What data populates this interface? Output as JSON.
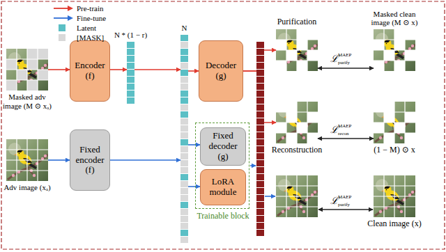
{
  "diagram": {
    "nodes": [
      {
        "text": [
          "Masked adv image (M ⊙ xₐ)"
        ]
      },
      {
        "text": [
          "Encoder (f)"
        ]
      },
      {
        "text": [
          "N * (1 − r)"
        ]
      },
      {
        "text": [
          "N"
        ]
      },
      {
        "text": [
          "Decoder (g)"
        ]
      },
      {
        "text": [
          "Adv image (xₐ)"
        ]
      },
      {
        "text": [
          "Fixed encoder (f)"
        ]
      },
      {
        "text": [
          "Trainable block"
        ]
      },
      {
        "text": [
          "Fixed decoder (g)"
        ],
        "in": 7
      },
      {
        "text": [
          "LoRA module"
        ],
        "in": 7
      },
      {
        "text": [
          "Purification"
        ]
      },
      {
        "text": [
          "Reconstruction"
        ]
      },
      {
        "text": [
          "Masked clean image (M ⊙ x)"
        ]
      },
      {
        "text": [
          "(1 − M) ⊙ x"
        ]
      },
      {
        "text": [
          "Clean image (x)"
        ]
      }
    ],
    "edges": [
      {
        "from": 0,
        "to": 1,
        "arrow": "to"
      },
      {
        "from": 1,
        "to": 2,
        "arrow": "to"
      },
      {
        "from": 2,
        "to": 3,
        "arrow": "to"
      },
      {
        "from": 3,
        "to": 4,
        "arrow": "to"
      },
      {
        "from": 5,
        "to": 6,
        "arrow": "to"
      },
      {
        "from": 6,
        "to": 3,
        "arrow": "to"
      },
      {
        "from": 3,
        "to": 8,
        "arrow": "to"
      },
      {
        "from": 3,
        "to": 9,
        "arrow": "to"
      },
      {
        "from": 4,
        "to": 10,
        "arrow": "to"
      },
      {
        "from": 4,
        "to": 11,
        "arrow": "to"
      },
      {
        "from": 10,
        "to": 12,
        "arrow": "both"
      },
      {
        "from": 11,
        "to": 13,
        "arrow": "both"
      }
    ],
    "labels": [
      "ℒ",
      "MAEP",
      "purify",
      "ℒ",
      "MAEP",
      "recon",
      "ℒ",
      "MAEP",
      "purify"
    ],
    "legend": [
      {
        "text": "Pre-train"
      },
      {
        "text": "Fine-tune"
      },
      {
        "text": "Latent",
        "color": "#5bbfc5"
      },
      {
        "text": "[MASK]",
        "color": "#d9d9d9"
      }
    ]
  }
}
